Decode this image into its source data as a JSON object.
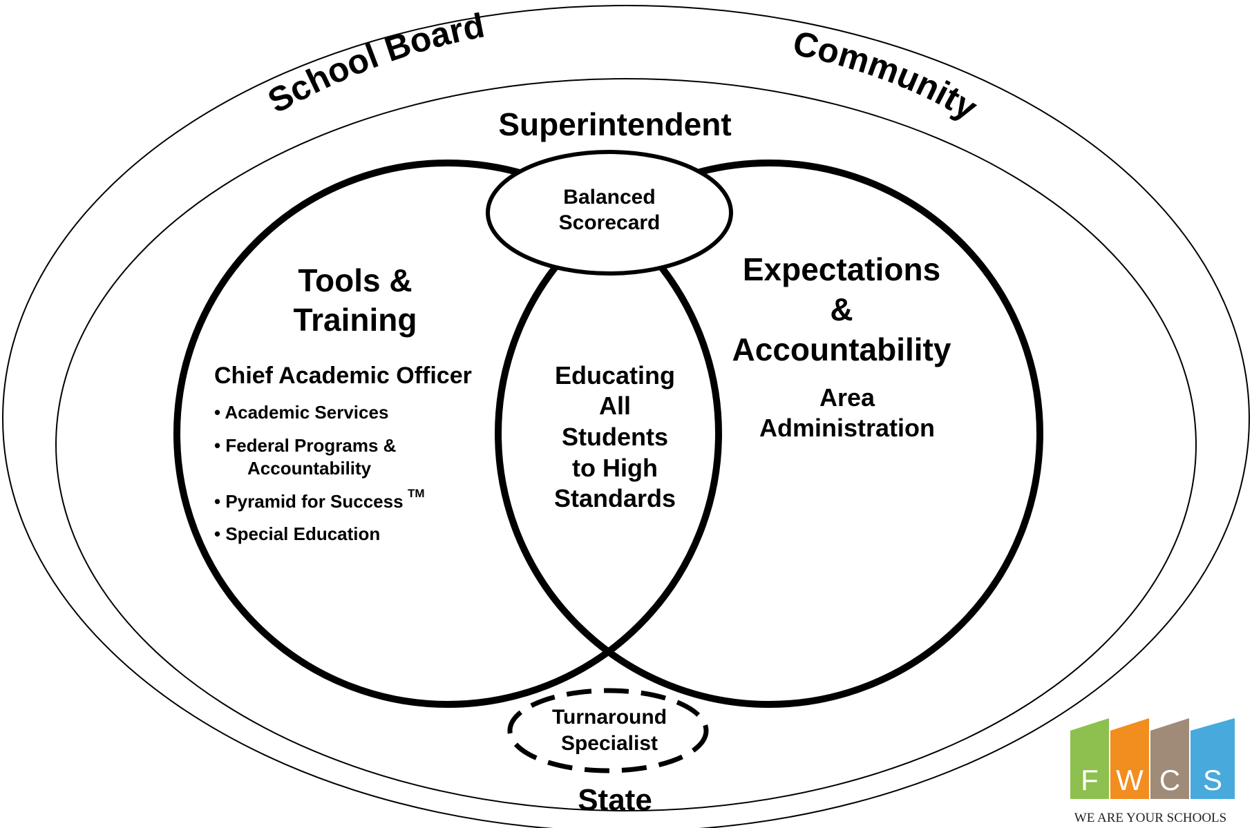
{
  "outer_ring": {
    "left_label": "School Board",
    "right_label": "Community",
    "bottom_label": "State"
  },
  "superintendent": "Superintendent",
  "balanced_scorecard": {
    "line1": "Balanced",
    "line2": "Scorecard"
  },
  "left_circle": {
    "title_line1": "Tools &",
    "title_line2": "Training",
    "subtitle": "Chief Academic Officer",
    "bullets": [
      "• Academic Services",
      "• Federal Programs &",
      "Accountability",
      "• Pyramid for Success",
      "• Special Education"
    ],
    "trademark": "TM"
  },
  "right_circle": {
    "title_line1": "Expectations",
    "title_line2": "&",
    "title_line3": "Accountability",
    "subtitle_line1": "Area",
    "subtitle_line2": "Administration"
  },
  "center": {
    "lines": [
      "Educating",
      "All",
      "Students",
      "to High",
      "Standards"
    ]
  },
  "turnaround": {
    "line1": "Turnaround",
    "line2": "Specialist"
  },
  "logo": {
    "letters": [
      "F",
      "W",
      "C",
      "S"
    ],
    "tagline": "WE ARE YOUR SCHOOLS",
    "colors": [
      "#8dc04f",
      "#f28d1f",
      "#a08b79",
      "#48a9dc"
    ]
  }
}
